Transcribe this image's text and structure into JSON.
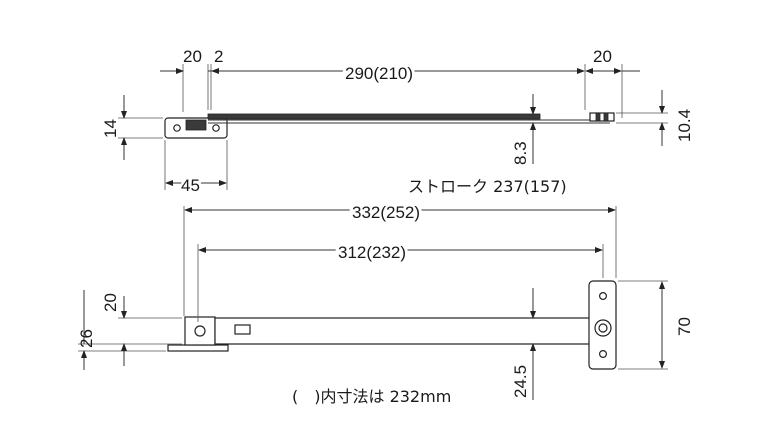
{
  "top_view": {
    "dims": {
      "d20_left": "20",
      "d2": "2",
      "d290": "290(210)",
      "d20_right": "20",
      "d14": "14",
      "d10_4": "10.4",
      "d8_3": "8.3",
      "d45": "45"
    },
    "stroke_label": "ストローク 237(157)"
  },
  "front_view": {
    "dims": {
      "d332": "332(252)",
      "d312": "312(232)",
      "d20": "20",
      "d26": "26",
      "d70": "70",
      "d24_5": "24.5"
    },
    "note": "(　)内寸法は 232mm"
  }
}
